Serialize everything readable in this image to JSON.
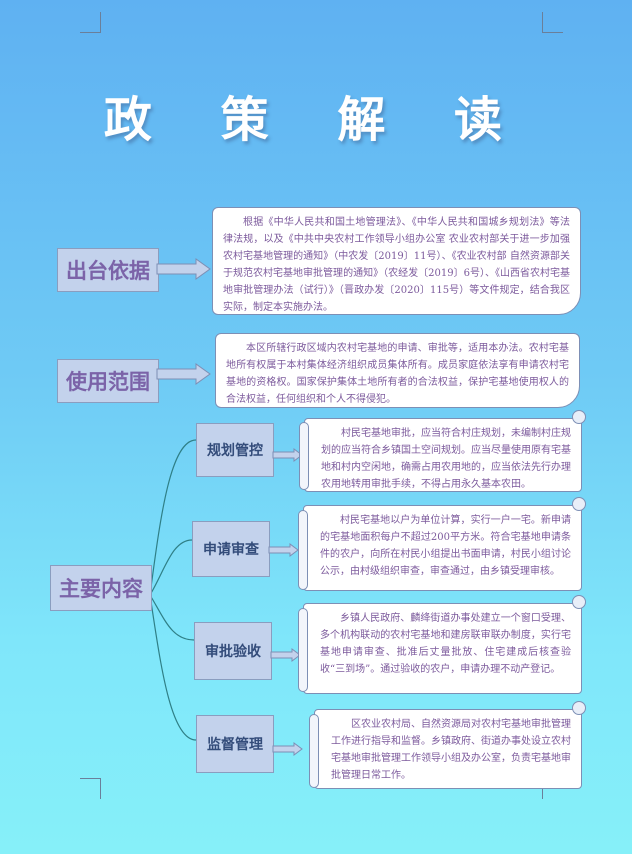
{
  "title": "政 策 解 读",
  "basis": {
    "label": "出台依据",
    "text": "根据《中华人民共和国土地管理法》、《中华人民共和国城乡规划法》等法律法规，以及《中共中央农村工作领导小组办公室 农业农村部关于进一步加强农村宅基地管理的通知》（中农发〔2019〕11号）、《农业农村部 自然资源部关于规范农村宅基地审批管理的通知》（农经发〔2019〕6号）、《山西省农村宅基地审批管理办法（试行）》（晋政办发〔2020〕115号）等文件规定，结合我区实际，制定本实施办法。"
  },
  "scope": {
    "label": "使用范围",
    "text": "本区所辖行政区域内农村宅基地的申请、审批等，适用本办法。农村宅基地所有权属于本村集体经济组织成员集体所有。成员家庭依法享有申请农村宅基地的资格权。国家保护集体土地所有者的合法权益，保护宅基地使用权人的合法权益，任何组织和个人不得侵犯。"
  },
  "main": {
    "label": "主要内容",
    "items": [
      {
        "label": "规划管控",
        "text": "村民宅基地审批，应当符合村庄规划，未编制村庄规划的应当符合乡镇国土空间规划。应当尽量使用原有宅基地和村内空闲地，确需占用农用地的，应当依法先行办理农用地转用审批手续，不得占用永久基本农田。"
      },
      {
        "label": "申请审查",
        "text": "村民宅基地以户为单位计算，实行一户一宅。新申请的宅基地面积每户不超过200平方米。符合宅基地申请条件的农户，向所在村民小组提出书面申请，村民小组讨论公示，由村级组织审查，审查通过，由乡镇受理审核。"
      },
      {
        "label": "审批验收",
        "text": "乡镇人民政府、麟绛街道办事处建立一个窗口受理、多个机构联动的农村宅基地和建房联审联办制度，实行宅基地申请审查、批准后丈量批放、住宅建成后核查验收“三到场”。通过验收的农户，申请办理不动产登记。"
      },
      {
        "label": "监督管理",
        "text": "区农业农村局、自然资源局对农村宅基地审批管理工作进行指导和监督。乡镇政府、街道办事处设立农村宅基地审批管理工作领导小组及办公室，负责宅基地审批管理日常工作。"
      }
    ]
  },
  "colors": {
    "bg_top": "#5fb1f2",
    "bg_bottom": "#86f0f9",
    "label_fill": "#c3d2ec",
    "label_text": "#7b63a8",
    "body_text": "#7c5a9c",
    "connector": "#2f7f86"
  }
}
